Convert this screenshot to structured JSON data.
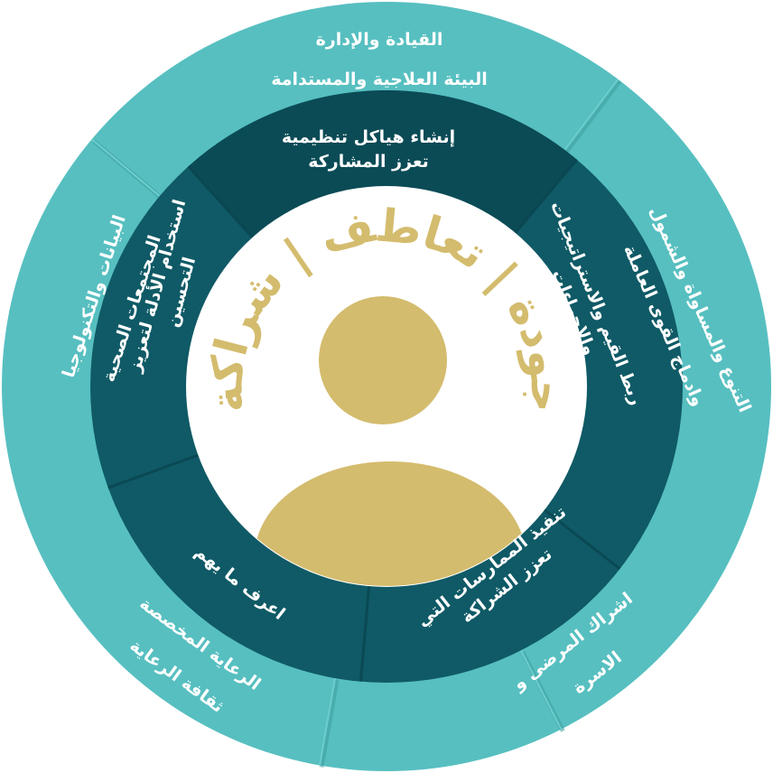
{
  "colors": {
    "outer_ring": "#57bfc0",
    "inner_ring": "#0f5a66",
    "inner_ring_dark": "#0b4b56",
    "center": "#ffffff",
    "accent_gold": "#d4bc6e",
    "text_light": "#ffffff"
  },
  "center": {
    "title": "جودة | تعاطف | شراكة",
    "icon": "person-avatar-icon"
  },
  "inner_segments": [
    {
      "lines": [
        "إنشاء هياكل تنظيمية",
        "تعزز المشاركة"
      ]
    },
    {
      "lines": [
        "ربط القيم والاستراتيجيات",
        "والاجراءات"
      ]
    },
    {
      "lines": [
        "تنفيذ الممارسات التي",
        "تعزز الشراكة"
      ]
    },
    {
      "lines": [
        "اعرف ما يهم"
      ]
    },
    {
      "lines": [
        "استخدام الأدلة لتعزيز",
        "التحسين"
      ]
    }
  ],
  "outer_segments": [
    {
      "lines": [
        "القيادة والإدارة",
        "البيئة العلاجية والمستدامة"
      ]
    },
    {
      "lines": [
        "التنوع والمساواة والشمول",
        "وادماج القوى العاملة"
      ]
    },
    {
      "lines": [
        "اشراك المرضى و",
        "الاسرة"
      ]
    },
    {
      "lines": [
        "الرعاية المخصصة",
        "ثقافة الرعاية"
      ]
    },
    {
      "lines": [
        "البيانات والتكنولوجيا",
        "المجتمعات الصحية"
      ]
    }
  ]
}
